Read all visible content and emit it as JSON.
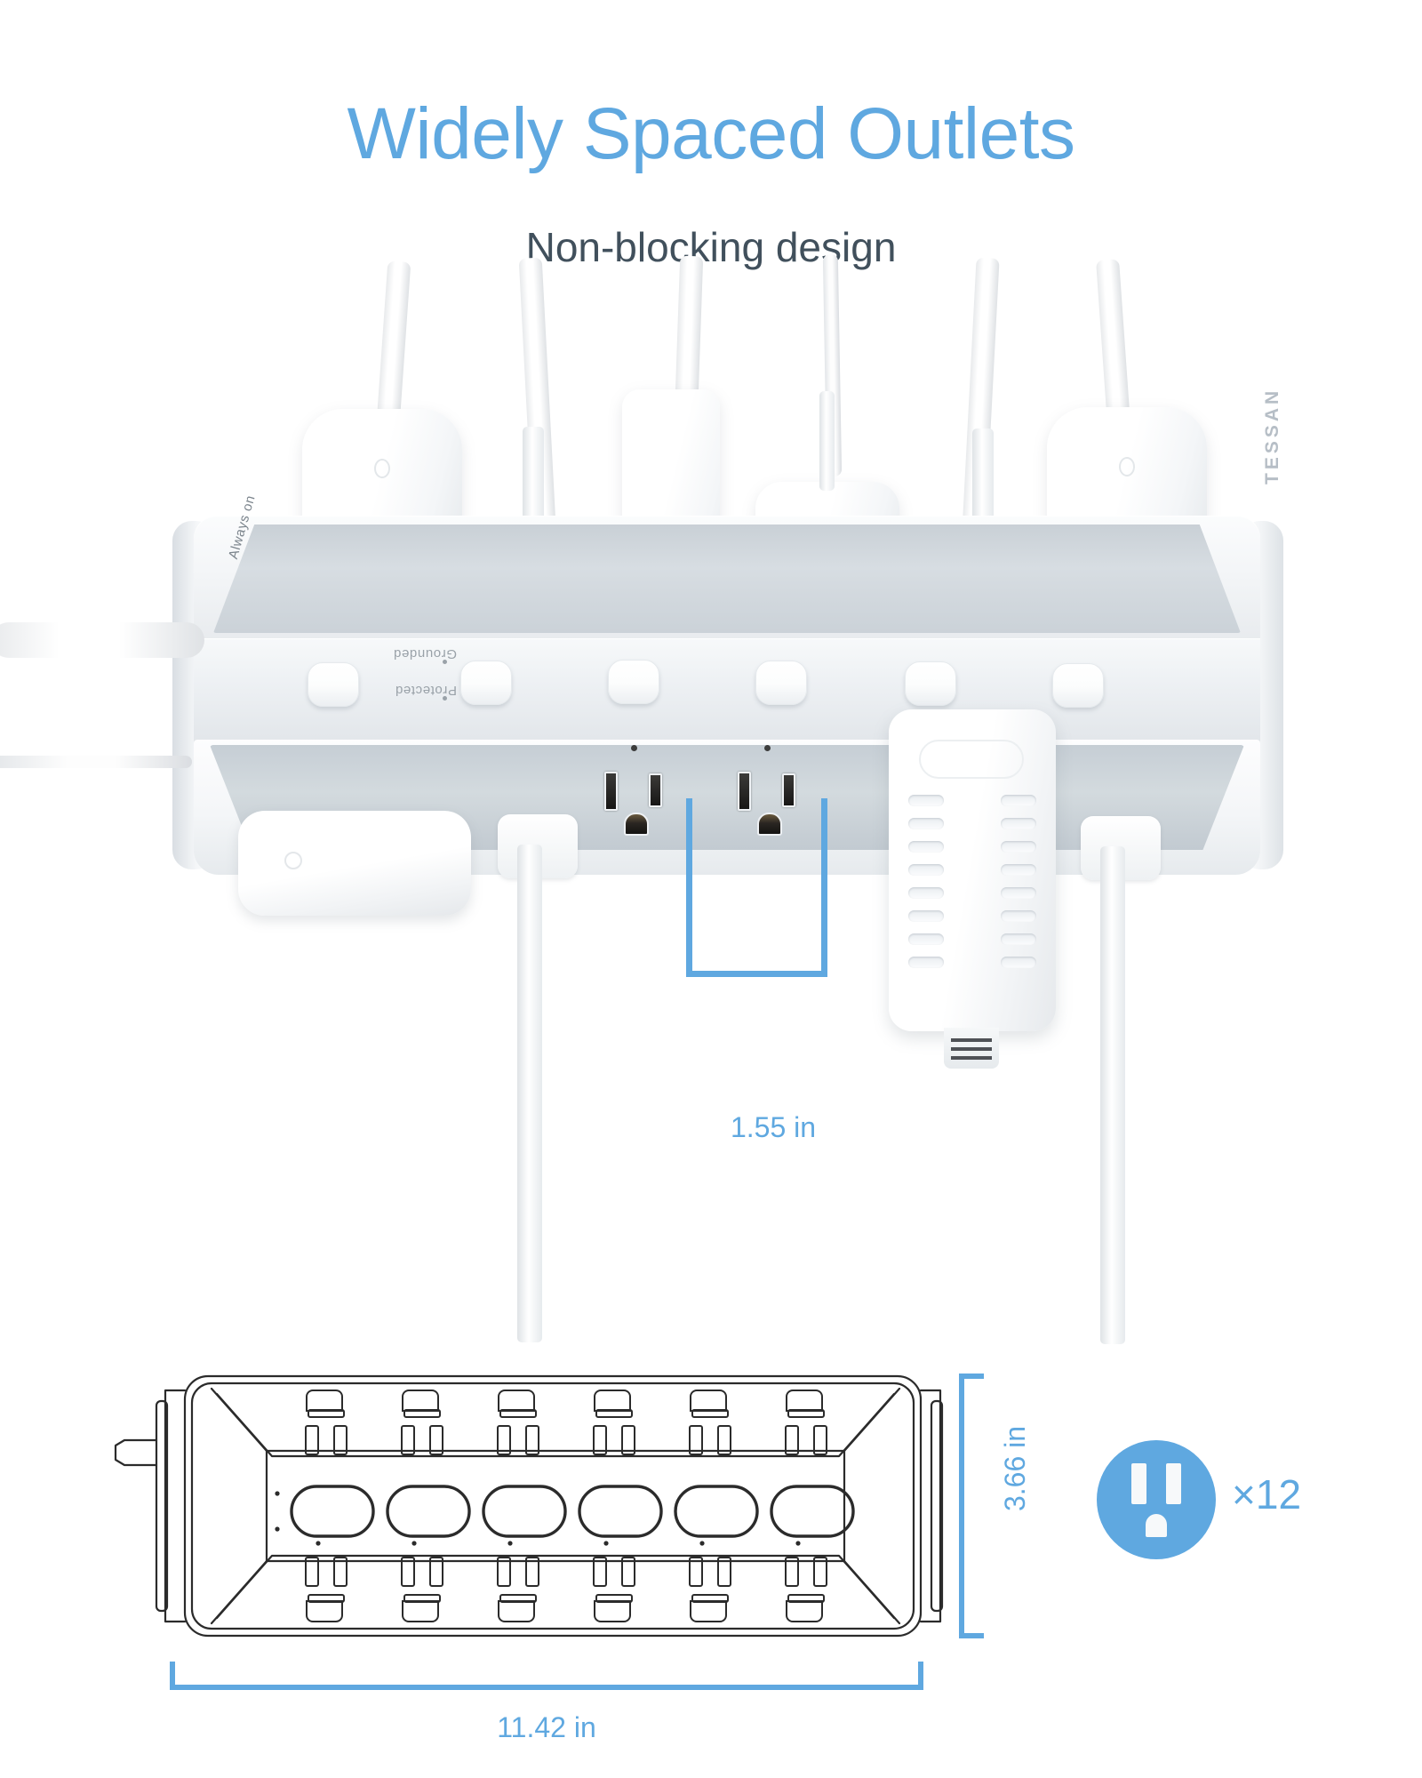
{
  "headline": "Widely Spaced Outlets",
  "subhead": "Non-blocking design",
  "product": {
    "brand": "TESSAN",
    "strip_labels": {
      "always_on": "Always on",
      "grounded": "Grounded",
      "protected": "Protected"
    }
  },
  "measurements": {
    "outlet_spacing": "1.55 in",
    "height": "3.66 in",
    "width": "11.42 in"
  },
  "badge": {
    "icon": "outlet-icon",
    "count_text": "×12"
  },
  "colors": {
    "accent_blue": "#5fa8e0",
    "headline_blue": "#5fa8e0",
    "subhead_gray": "#41505c",
    "background": "#ffffff",
    "line_drawing": "#2b2b2b",
    "strip_recess_gray": "#cbd2d8"
  },
  "diagram": {
    "top_outlet_count": 6,
    "switch_count": 6,
    "bottom_outlet_count": 6
  },
  "photo": {
    "top_row_devices": 6,
    "front_row_outlets": 6,
    "switch_row_buttons": 6
  }
}
